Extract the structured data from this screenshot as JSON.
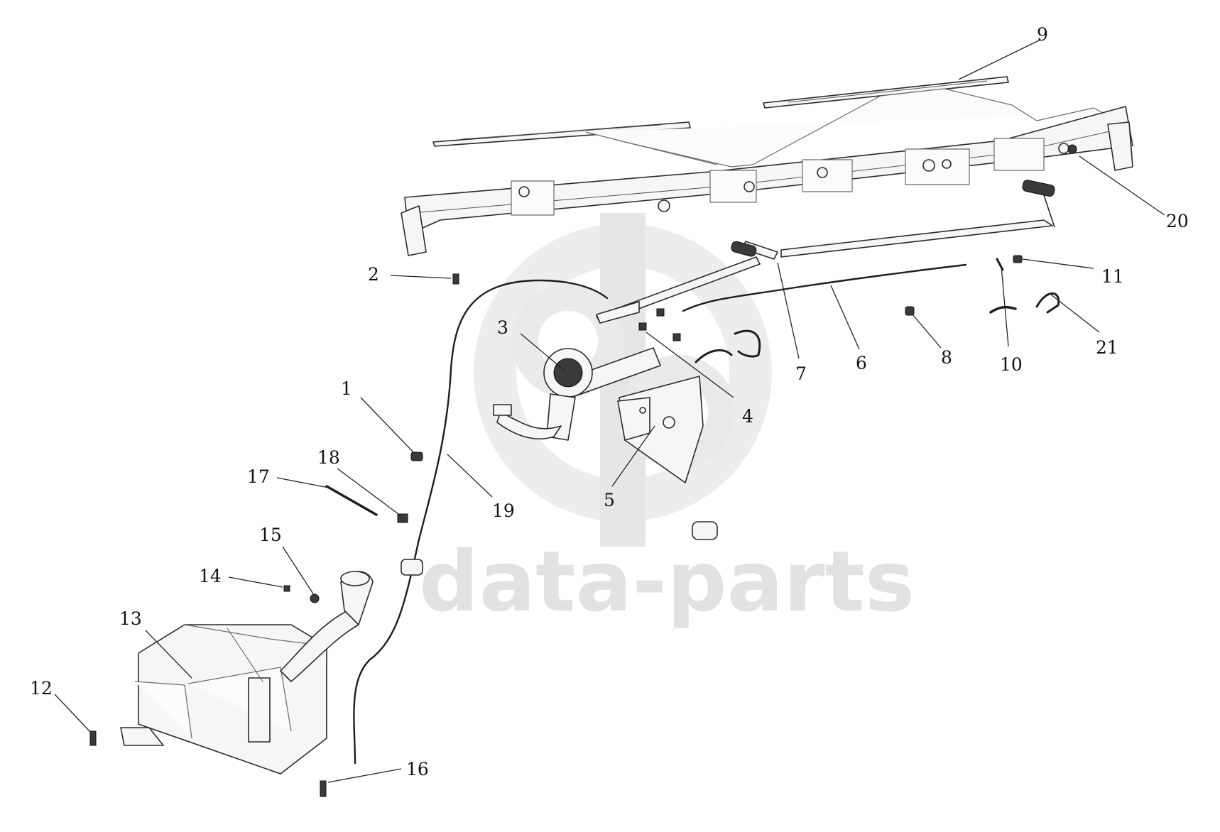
{
  "watermark": {
    "text": "data-parts",
    "logo": "gp-logo"
  },
  "callouts": [
    {
      "id": "c1",
      "label": "1"
    },
    {
      "id": "c2",
      "label": "2"
    },
    {
      "id": "c3",
      "label": "3"
    },
    {
      "id": "c4",
      "label": "4"
    },
    {
      "id": "c5",
      "label": "5"
    },
    {
      "id": "c6",
      "label": "6"
    },
    {
      "id": "c7",
      "label": "7"
    },
    {
      "id": "c8",
      "label": "8"
    },
    {
      "id": "c9",
      "label": "9"
    },
    {
      "id": "c10",
      "label": "10"
    },
    {
      "id": "c11",
      "label": "11"
    },
    {
      "id": "c12",
      "label": "12"
    },
    {
      "id": "c13",
      "label": "13"
    },
    {
      "id": "c14",
      "label": "14"
    },
    {
      "id": "c15",
      "label": "15"
    },
    {
      "id": "c16",
      "label": "16"
    },
    {
      "id": "c17",
      "label": "17"
    },
    {
      "id": "c18",
      "label": "18"
    },
    {
      "id": "c19",
      "label": "19"
    },
    {
      "id": "c20",
      "label": "20"
    },
    {
      "id": "c21",
      "label": "21"
    }
  ]
}
